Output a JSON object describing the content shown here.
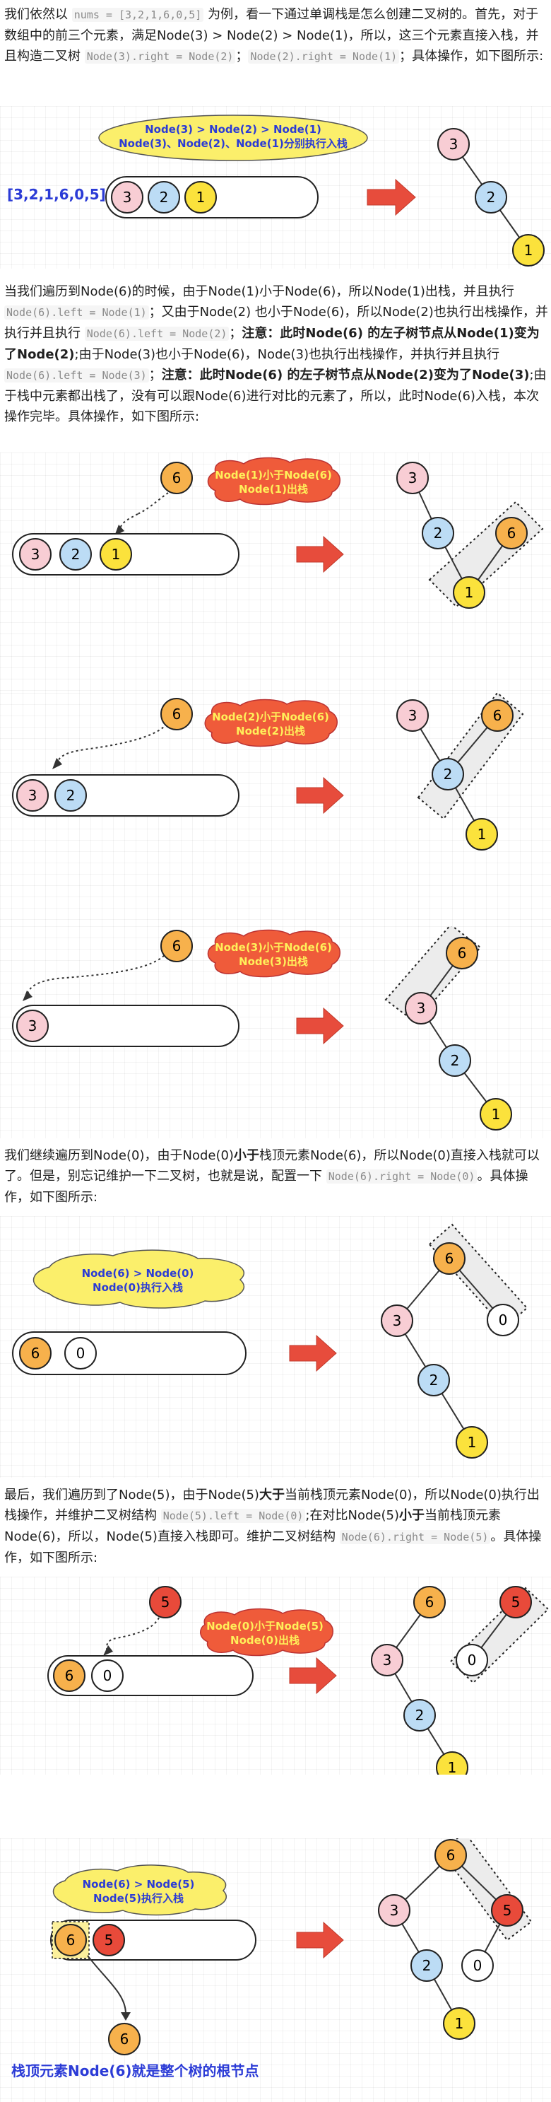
{
  "paragraphs": {
    "p1": {
      "t1": "我们依然以 ",
      "c1": "nums = [3,2,1,6,0,5]",
      "t2": " 为例，看一下通过单调栈是怎么创建二叉树的。首先，对于数组中的前三个元素，满足Node(3) > Node(2) > Node(1)，所以，这三个元素直接入栈，并且构造二叉树 ",
      "c2": "Node(3).right = Node(2)",
      "t3": "；",
      "c3": "Node(2).right = Node(1)",
      "t4": "；具体操作，如下图所示:"
    },
    "p2": {
      "t1": "当我们遍历到Node(6)的时候，由于Node(1)小于Node(6)，所以Node(1)出栈，并且执行 ",
      "c1": "Node(6).left = Node(1)",
      "t2": "；又由于Node(2) 也小于Node(6)，所以Node(2)也执行出栈操作，并执行并且执行 ",
      "c2": "Node(6).left = Node(2)",
      "t3": "；",
      "b1": "注意：此时Node(6) 的左子树节点从Node(1)变为了Node(2)",
      "t4": ";由于Node(3)也小于Node(6)，Node(3)也执行出栈操作，并执行并且执行 ",
      "c3": "Node(6).left = Node(3)",
      "t5": "；",
      "b2": "注意：此时Node(6) 的左子树节点从Node(2)变为了Node(3)",
      "t6": ";由于栈中元素都出栈了，没有可以跟Node(6)进行对比的元素了，所以，此时Node(6)入栈，本次操作完毕。具体操作，如下图所示:"
    },
    "p3": {
      "t1": "我们继续遍历到Node(0)，由于Node(0)",
      "b1": "小于",
      "t2": "栈顶元素Node(6)，所以Node(0)直接入栈就可以了。但是，别忘记维护一下二叉树，也就是说，配置一下 ",
      "c1": "Node(6).right = Node(0)",
      "t3": "。具体操作，如下图所示:"
    },
    "p4": {
      "t1": "最后，我们遍历到了Node(5)，由于Node(5)",
      "b1": "大于",
      "t2": "当前栈顶元素Node(0)，所以Node(0)执行出栈操作，并维护二叉树结构 ",
      "c1": "Node(5).left = Node(0)",
      "t3": ";在对比Node(5)",
      "b2": "小于",
      "t4": "当前栈顶元素Node(6)，所以，Node(5)直接入栈即可。维护二叉树结构 ",
      "c2": "Node(6).right = Node(5)",
      "t5": "。具体操作，如下图所示:"
    }
  },
  "figures": {
    "fig1": {
      "array_label": "[3,2,1,6,0,5]",
      "bubble_line1": "Node(3) > Node(2) > Node(1)",
      "bubble_line2": "Node(3)、Node(2)、Node(1)分别执行入栈"
    },
    "fig2a": {
      "bubble_line1": "Node(1)小于Node(6)",
      "bubble_line2": "Node(1)出栈"
    },
    "fig2b": {
      "bubble_line1": "Node(2)小于Node(6)",
      "bubble_line2": "Node(2)出栈"
    },
    "fig2c": {
      "bubble_line1": "Node(3)小于Node(6)",
      "bubble_line2": "Node(3)出栈"
    },
    "fig3": {
      "bubble_line1": "Node(6) > Node(0)",
      "bubble_line2": "Node(0)执行入栈"
    },
    "fig4a": {
      "bubble_line1": "Node(0)小于Node(5)",
      "bubble_line2": "Node(0)出栈"
    },
    "fig4b": {
      "bubble_line1": "Node(6) > Node(5)",
      "bubble_line2": "Node(5)执行入栈",
      "caption": "栈顶元素Node(6)就是整个树的根节点"
    }
  },
  "node_values": {
    "n3": "3",
    "n2": "2",
    "n1": "1",
    "n6": "6",
    "n0": "0",
    "n5": "5"
  },
  "colors": {
    "pink": "#f8cdd4",
    "blue": "#bcdcf5",
    "yellow": "#fbe23c",
    "orange": "#f7b14c",
    "white": "#ffffff",
    "red": "#e84a3a",
    "bubble_yellow": "#fbef6b",
    "bubble_red": "#ef5b3a",
    "bubble_text_blue": "#2b3bd6",
    "bubble_text_yellow": "#ffef5a",
    "arrow_red": "#e74c3c",
    "label_blue": "#2b3bd6"
  }
}
